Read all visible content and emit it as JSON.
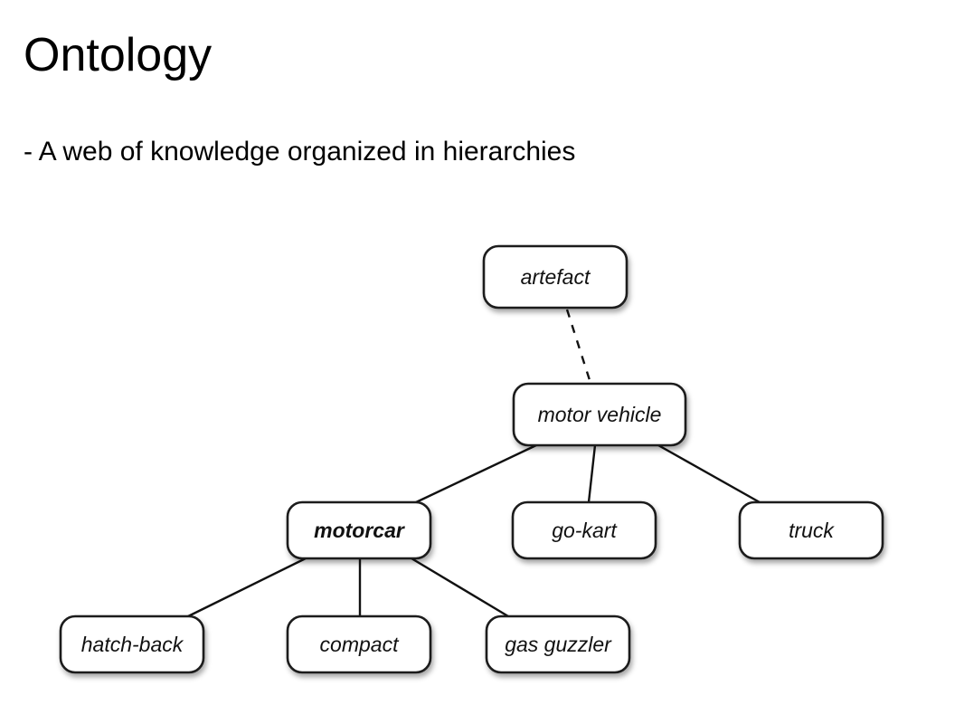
{
  "slide": {
    "title": "Ontology",
    "bullet": "- A web of knowledge organized in hierarchies"
  },
  "diagram": {
    "nodes": [
      {
        "id": "artefact",
        "label": "artefact",
        "emphasis": false
      },
      {
        "id": "motor-vehicle",
        "label": "motor vehicle",
        "emphasis": false
      },
      {
        "id": "motorcar",
        "label": "motorcar",
        "emphasis": true
      },
      {
        "id": "go-kart",
        "label": "go-kart",
        "emphasis": false
      },
      {
        "id": "truck",
        "label": "truck",
        "emphasis": false
      },
      {
        "id": "hatch-back",
        "label": "hatch-back",
        "emphasis": false
      },
      {
        "id": "compact",
        "label": "compact",
        "emphasis": false
      },
      {
        "id": "gas-guzzler",
        "label": "gas guzzler",
        "emphasis": false
      }
    ],
    "edges": [
      {
        "from": "artefact",
        "to": "motor-vehicle",
        "style": "dashed"
      },
      {
        "from": "motor-vehicle",
        "to": "motorcar",
        "style": "solid"
      },
      {
        "from": "motor-vehicle",
        "to": "go-kart",
        "style": "solid"
      },
      {
        "from": "motor-vehicle",
        "to": "truck",
        "style": "solid"
      },
      {
        "from": "motorcar",
        "to": "hatch-back",
        "style": "solid"
      },
      {
        "from": "motorcar",
        "to": "compact",
        "style": "solid"
      },
      {
        "from": "motorcar",
        "to": "gas-guzzler",
        "style": "solid"
      }
    ]
  }
}
